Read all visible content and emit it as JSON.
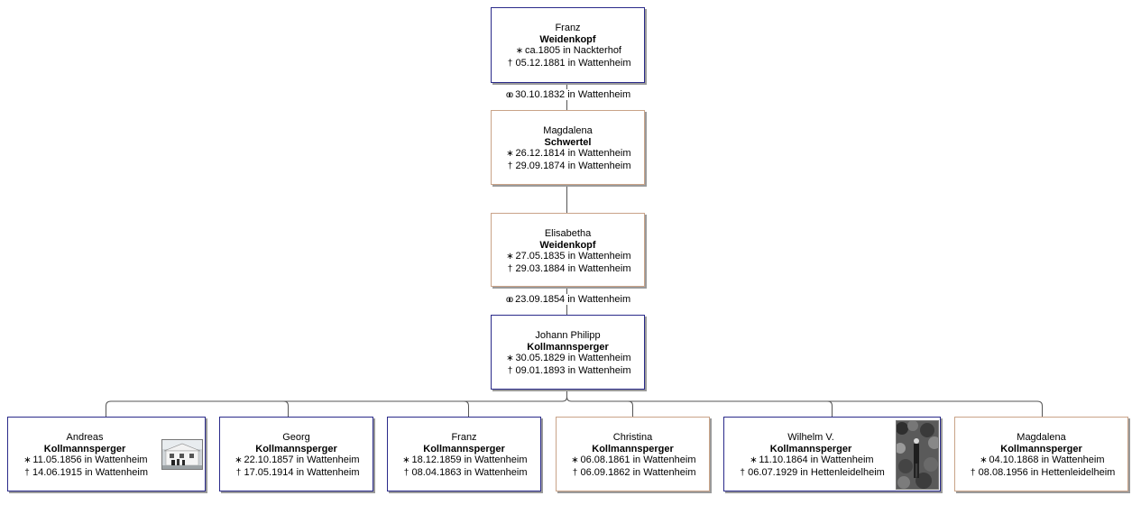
{
  "ancestors": [
    {
      "first": "Franz",
      "surname": "Weidenkopf",
      "birth": "ca.1805 in Nackterhof",
      "death": "05.12.1881 in Wattenheim"
    },
    {
      "first": "Magdalena",
      "surname": "Schwertel",
      "birth": "26.12.1814 in Wattenheim",
      "death": "29.09.1874 in Wattenheim"
    },
    {
      "first": "Elisabetha",
      "surname": "Weidenkopf",
      "birth": "27.05.1835 in Wattenheim",
      "death": "29.03.1884 in Wattenheim"
    },
    {
      "first": "Johann Philipp",
      "surname": "Kollmannsperger",
      "birth": "30.05.1829 in Wattenheim",
      "death": "09.01.1893 in Wattenheim"
    }
  ],
  "marriages": [
    {
      "date": "30.10.1832 in Wattenheim"
    },
    {
      "date": "23.09.1854 in Wattenheim"
    }
  ],
  "children": [
    {
      "first": "Andreas",
      "surname": "Kollmannsperger",
      "birth": "11.05.1856 in Wattenheim",
      "death": "14.06.1915 in Wattenheim"
    },
    {
      "first": "Georg",
      "surname": "Kollmannsperger",
      "birth": "22.10.1857 in Wattenheim",
      "death": "17.05.1914 in Wattenheim"
    },
    {
      "first": "Franz",
      "surname": "Kollmannsperger",
      "birth": "18.12.1859 in Wattenheim",
      "death": "08.04.1863 in Wattenheim"
    },
    {
      "first": "Christina",
      "surname": "Kollmannsperger",
      "birth": "06.08.1861 in Wattenheim",
      "death": "06.09.1862 in Wattenheim"
    },
    {
      "first": "Wilhelm V.",
      "surname": "Kollmannsperger",
      "birth": "11.10.1864 in Wattenheim",
      "death": "06.07.1929 in Hettenleidelheim"
    },
    {
      "first": "Magdalena",
      "surname": "Kollmannsperger",
      "birth": "04.10.1868 in Wattenheim",
      "death": "08.08.1956 in Hettenleidelheim"
    }
  ],
  "symbols": {
    "birth": "∗",
    "death": "†",
    "marriage": "oo"
  },
  "colors": {
    "male_border": "#2a2a8a",
    "female_border": "#c9a388",
    "shadow": "#9a9a9a",
    "line": "#555555"
  }
}
